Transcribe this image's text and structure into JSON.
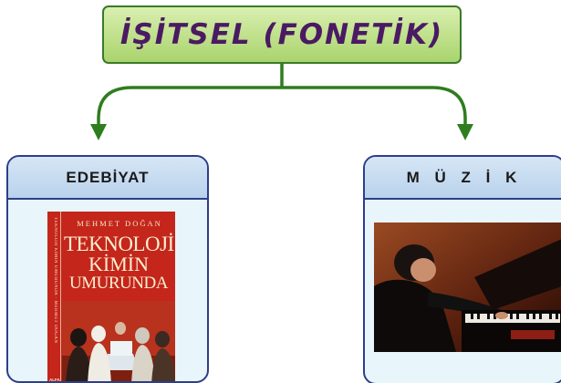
{
  "top": {
    "title": "İŞİTSEL (FONETİK)"
  },
  "left_panel": {
    "title": "EDEBİYAT",
    "book": {
      "author": "MEHMET DOĞAN",
      "title_lines": [
        "TEKNOLOJİ",
        "KİMİN",
        "UMURUNDA"
      ],
      "spine_text": "TEKNOLOJİ KİMİN UMURUNDA · MEHMET DOĞAN",
      "publisher": "ALFA"
    }
  },
  "right_panel": {
    "title": "M Ü Z İ K",
    "photo": "pianist-photo"
  },
  "colors": {
    "top_box_fill": "#bfe08a",
    "top_box_border": "#3a7a2a",
    "title_text": "#4a1a63",
    "arrow": "#2e7d1e",
    "panel_border": "#2d3e8a",
    "panel_header": "#c3d9ef",
    "panel_body": "#e8f5fb",
    "book_red": "#c4261b"
  }
}
